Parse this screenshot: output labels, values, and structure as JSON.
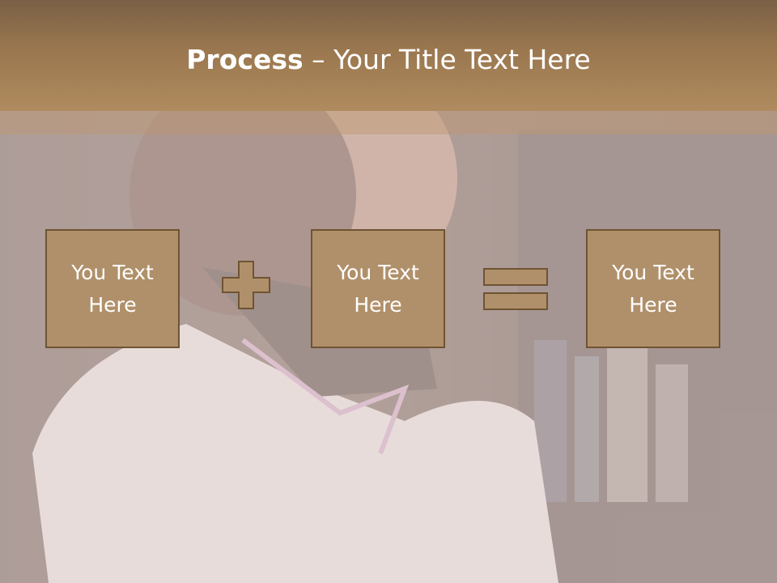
{
  "slide": {
    "title_bold": "Process",
    "title_rest": " – Your Title Text Here",
    "boxes": [
      {
        "text": "You Text\nHere"
      },
      {
        "text": "You Text\nHere"
      },
      {
        "text": "You Text\nHere"
      }
    ],
    "operators": [
      "plus-icon",
      "equals-icon"
    ],
    "colors": {
      "header": "#9a774f",
      "box_fill": "#b0906a",
      "box_border": "#6f5333",
      "text": "#ffffff"
    }
  }
}
